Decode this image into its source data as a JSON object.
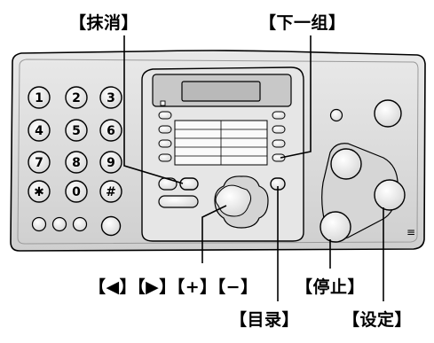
{
  "labels": {
    "clear": "【抹消】",
    "next_group": "【下一组】",
    "nav_keys": "【◀】【▶】【+】【−】",
    "stop": "【停止】",
    "directory": "【目录】",
    "set": "【设定】"
  },
  "keypad": [
    "1",
    "2",
    "3",
    "4",
    "5",
    "6",
    "7",
    "8",
    "9",
    "✱",
    "0",
    "#"
  ],
  "model_mark": "≡",
  "colors": {
    "panel": "#dcdcdc",
    "panel_shadow": "#a9a9a9",
    "display": "#b9b9b9",
    "lines": "#000000"
  }
}
